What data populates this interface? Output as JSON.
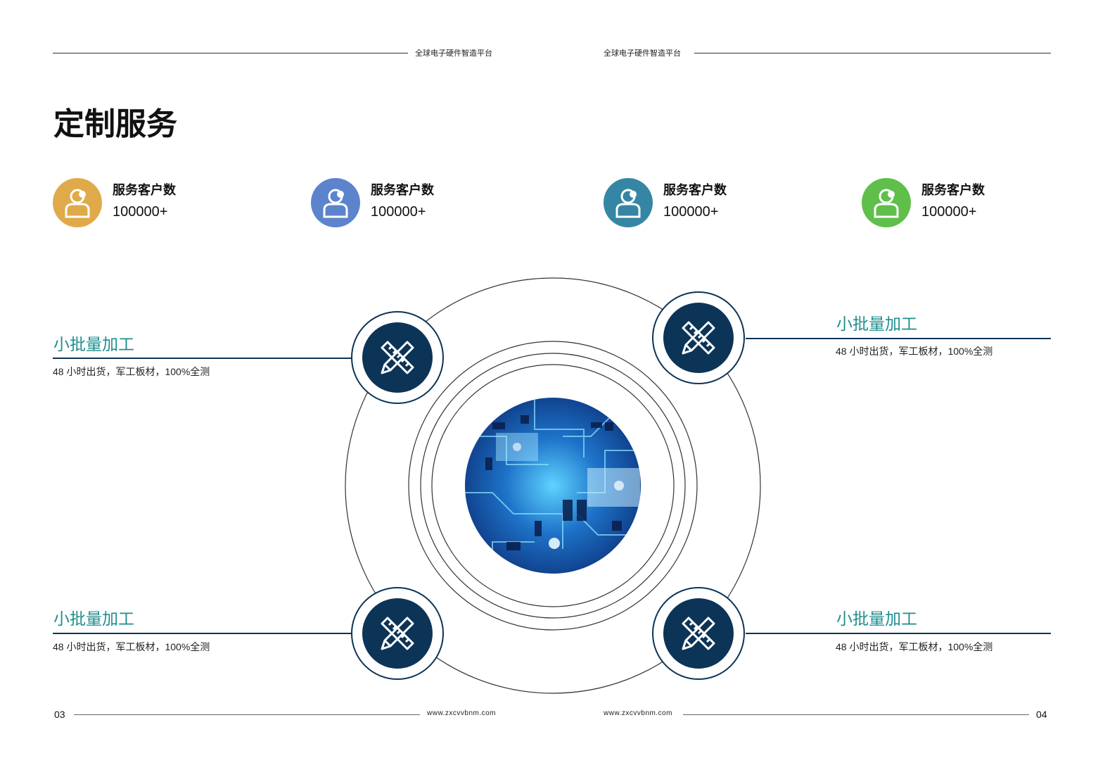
{
  "header": {
    "left_text": "全球电子硬件智造平台",
    "right_text": "全球电子硬件智造平台"
  },
  "page_title": "定制服务",
  "stats": [
    {
      "label": "服务客户数",
      "value": "100000+",
      "color": "#e0aa4a"
    },
    {
      "label": "服务客户数",
      "value": "100000+",
      "color": "#5b84cc"
    },
    {
      "label": "服务客户数",
      "value": "100000+",
      "color": "#3586a4"
    },
    {
      "label": "服务客户数",
      "value": "100000+",
      "color": "#5fbf4a"
    }
  ],
  "services": [
    {
      "title": "小批量加工",
      "desc": "48 小时出货，军工板材，100%全测"
    },
    {
      "title": "小批量加工",
      "desc": "48 小时出货，军工板材，100%全测"
    },
    {
      "title": "小批量加工",
      "desc": "48 小时出货，军工板材，100%全测"
    },
    {
      "title": "小批量加工",
      "desc": "48 小时出货，军工板材，100%全测"
    }
  ],
  "icons": {
    "stat": "user-icon",
    "service": "pencil-ruler-icon",
    "center": "circuit-board-image"
  },
  "colors": {
    "accent_navy": "#0c3457",
    "teal_text": "#1f8e8e"
  },
  "footer": {
    "left_url": "www.zxcvvbnm.com",
    "right_url": "www.zxcvvbnm.com",
    "page_left": "03",
    "page_right": "04"
  }
}
